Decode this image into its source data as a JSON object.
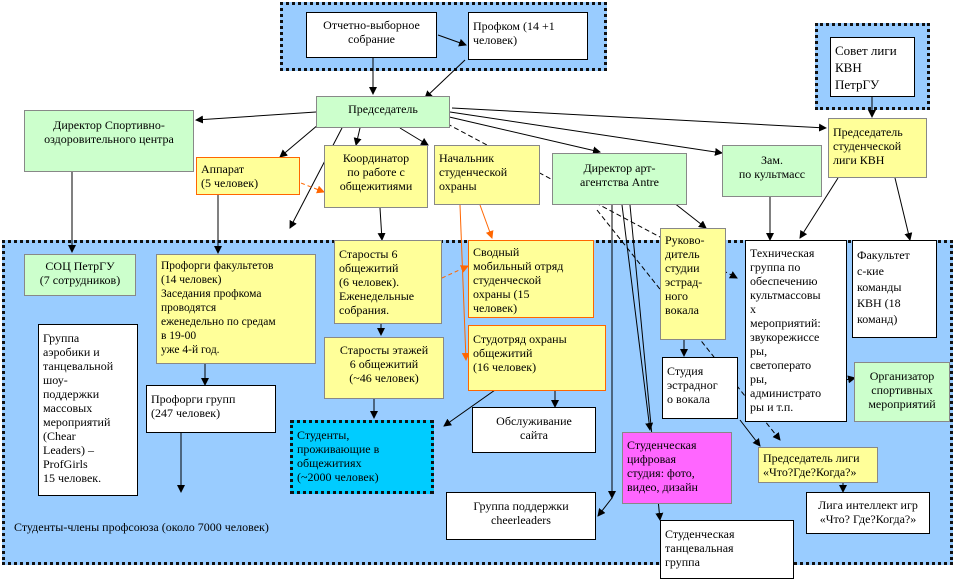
{
  "regions": {
    "top": "",
    "kvn": "",
    "bottom_label": "Студенты-члены профсоюза (около 7000 человек)"
  },
  "nodes": {
    "meeting": "Отчетно-выборное\nсобрание",
    "profkom": "Профком (14 +1\nчеловек)",
    "kvn_council": "Совет лиги\nКВН\nПетрГУ",
    "chairman": "Председатель",
    "sport_director": "Директор Спортивно-\nоздоровительного центра",
    "apparat": "Аппарат\n(5 человек)",
    "dorm_coordinator": "Координатор\nпо работе с\nобщежитиями",
    "security_head": "Начальник\nстуденческой\nохраны",
    "art_director": "Директор арт-\nагентства Antre",
    "deputy_mass": "Зам.\nпо культмасс",
    "kvn_chairman": "Председатель\nстуденческой\nлиги КВН",
    "soc_petrgu": "СОЦ ПетрГУ\n(7 сотрудников)",
    "faculty_orgs": "Профорги факультетов\n(14 человек)\nЗаседания профкома\nпроводятся\nеженедельно по средам\nв 19-00\n уже 4-й год.",
    "dorm_elders": "Старосты 6\nобщежитий\n(6 человек).\nЕженедельные\nсобрания.",
    "mobile_squad": "Сводный\nмобильный отряд\nстуденческой\nохраны (15\nчеловек)",
    "vocal_head": "Руково-\nдитель\nстудии\nэстрад-\nного\nвокала",
    "tech_group": "Техническая\nгруппа по\nобеспечению\nкультмассовы\nх\nмероприятий:\nзвукорежиссе\nры,\nсветоперато\nры,\nадминистрато\nры и т.п.",
    "faculty_teams": "Факультет\nс-кие\nкоманды\nКВН (18\nкоманд)",
    "aerobics": "Группа\nаэробики и\nтанцевальной\nшоу-\nподдержки\nмассовых\nмероприятий\n(Chear\nLeaders) –\nProfGirls\n15 человек.",
    "floor_elders": "Старосты этажей\n6 общежитий\n(~46 человек)",
    "dorm_security": "Студотряд охраны\nобщежитий\n(16 человек)",
    "vocal_studio": "Студия\nэстрадног\nо вокала",
    "sports_organizer": "Организатор\nспортивных\nмероприятий",
    "group_orgs": "Профорги групп\n(247 человек)",
    "dorm_students": "Студенты,\nпроживающие в\nобщежитиях\n(~2000 человек)",
    "site_service": "Обслуживание\nсайта",
    "digital_studio": "Студенческая\nцифровая\nстудия: фото,\nвидео, дизайн",
    "cgk_chairman": "Председатель лиги\n«Что?Где?Когда?»",
    "cheer_group": "Группа поддержки\ncheerleaders",
    "intellect_league": "Лига интеллект игр\n«Что? Где?Когда?»",
    "dance_group": "Студенческая\nтанцевальная\nгруппа"
  },
  "colors": {
    "region": "#99ccff",
    "green": "#ccffcc",
    "yellow": "#ffff99",
    "cyan": "#00ccff",
    "magenta": "#ff66ff",
    "orange_link": "#ff6600"
  }
}
